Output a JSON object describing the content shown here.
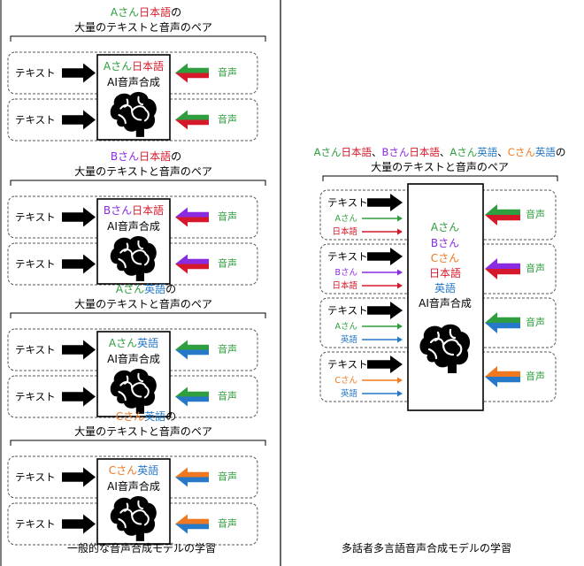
{
  "colors": {
    "speaker_a": "#2e9e3e",
    "speaker_b": "#8a2be2",
    "speaker_c": "#ef7820",
    "japanese": "#d6192a",
    "english": "#2678c8",
    "text": "#000000"
  },
  "icons": {
    "model": "brain-icon",
    "input": "thick-arrow-icon"
  },
  "labels": {
    "text": "テキスト",
    "audio": "音声",
    "ai_tts": "AI音声合成",
    "pair_line": "大量のテキストと音声のペア",
    "no": "の",
    "sep": "、"
  },
  "left": {
    "title": "一般的な音声合成モデルの学習",
    "sections": [
      {
        "speaker": "Aさん",
        "lang": "日本語",
        "spk_color": "#2e9e3e",
        "lang_color": "#d6192a"
      },
      {
        "speaker": "Bさん",
        "lang": "日本語",
        "spk_color": "#8a2be2",
        "lang_color": "#d6192a"
      },
      {
        "speaker": "Aさん",
        "lang": "英語",
        "spk_color": "#2e9e3e",
        "lang_color": "#2678c8"
      },
      {
        "speaker": "Cさん",
        "lang": "英語",
        "spk_color": "#ef7820",
        "lang_color": "#2678c8"
      }
    ]
  },
  "right": {
    "title": "多話者多言語音声合成モデルの学習",
    "heading_items": [
      {
        "speaker": "Aさん",
        "lang": "日本語",
        "spk_color": "#2e9e3e",
        "lang_color": "#d6192a"
      },
      {
        "speaker": "Bさん",
        "lang": "日本語",
        "spk_color": "#8a2be2",
        "lang_color": "#d6192a"
      },
      {
        "speaker": "Aさん",
        "lang": "英語",
        "spk_color": "#2e9e3e",
        "lang_color": "#2678c8"
      },
      {
        "speaker": "Cさん",
        "lang": "英語",
        "spk_color": "#ef7820",
        "lang_color": "#2678c8"
      }
    ],
    "model_labels": [
      {
        "text": "Aさん",
        "color": "#2e9e3e"
      },
      {
        "text": "Bさん",
        "color": "#8a2be2"
      },
      {
        "text": "Cさん",
        "color": "#ef7820"
      },
      {
        "text": "日本語",
        "color": "#d6192a"
      },
      {
        "text": "英語",
        "color": "#2678c8"
      },
      {
        "text": "AI音声合成",
        "color": "#000000"
      }
    ],
    "rows": [
      {
        "speaker": "Aさん",
        "lang": "日本語",
        "spk_color": "#2e9e3e",
        "lang_color": "#d6192a"
      },
      {
        "speaker": "Bさん",
        "lang": "日本語",
        "spk_color": "#8a2be2",
        "lang_color": "#d6192a"
      },
      {
        "speaker": "Aさん",
        "lang": "英語",
        "spk_color": "#2e9e3e",
        "lang_color": "#2678c8"
      },
      {
        "speaker": "Cさん",
        "lang": "英語",
        "spk_color": "#ef7820",
        "lang_color": "#2678c8"
      }
    ]
  }
}
